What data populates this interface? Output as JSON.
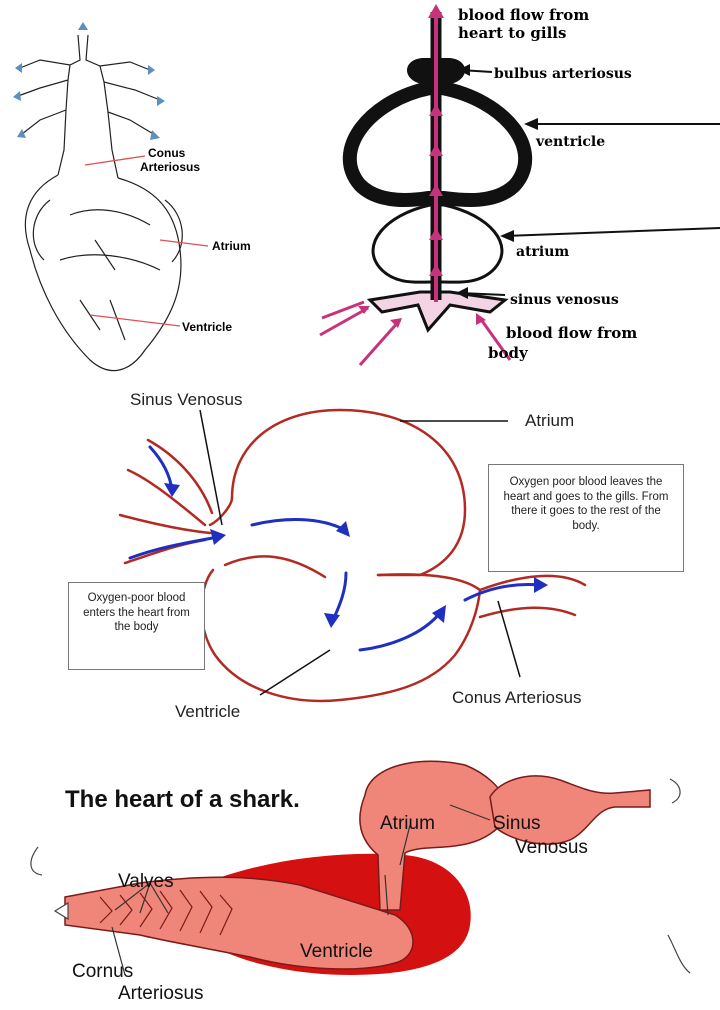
{
  "panel_frog": {
    "labels": {
      "conus": [
        "Conus",
        "Arteriosus"
      ],
      "atrium": "Atrium",
      "ventricle": "Ventricle"
    }
  },
  "panel_fish": {
    "labels": {
      "flow_out": [
        "blood flow from",
        "heart to gills"
      ],
      "bulbus": "bulbus arteriosus",
      "ventricle": "ventricle",
      "atrium": "atrium",
      "sinus": "sinus venosus",
      "flow_in": [
        "blood flow from",
        "body"
      ]
    },
    "colors": {
      "flow": "#c8327a",
      "outline": "#111111"
    }
  },
  "panel_flow": {
    "labels": {
      "sinus": "Sinus Venosus",
      "atrium": "Atrium",
      "ventricle": "Ventricle",
      "conus": "Conus Arteriosus"
    },
    "note_enter": "Oxygen-poor blood enters the heart from the body",
    "note_leave": "Oxygen poor blood leaves the heart and goes to the gills.  From there it goes to the rest of the body.",
    "colors": {
      "outline": "#b22a22",
      "arrows": "#1f2fc0"
    }
  },
  "panel_shark": {
    "title": "The heart of a shark.",
    "labels": {
      "atrium": "Atrium",
      "sinus": [
        "Sinus",
        "Venosus"
      ],
      "valves": "Valves",
      "ventricle": "Ventricle",
      "cornus": [
        "Cornus",
        "Arteriosus"
      ]
    },
    "colors": {
      "pink": "#f0867a",
      "red": "#d41010"
    }
  }
}
